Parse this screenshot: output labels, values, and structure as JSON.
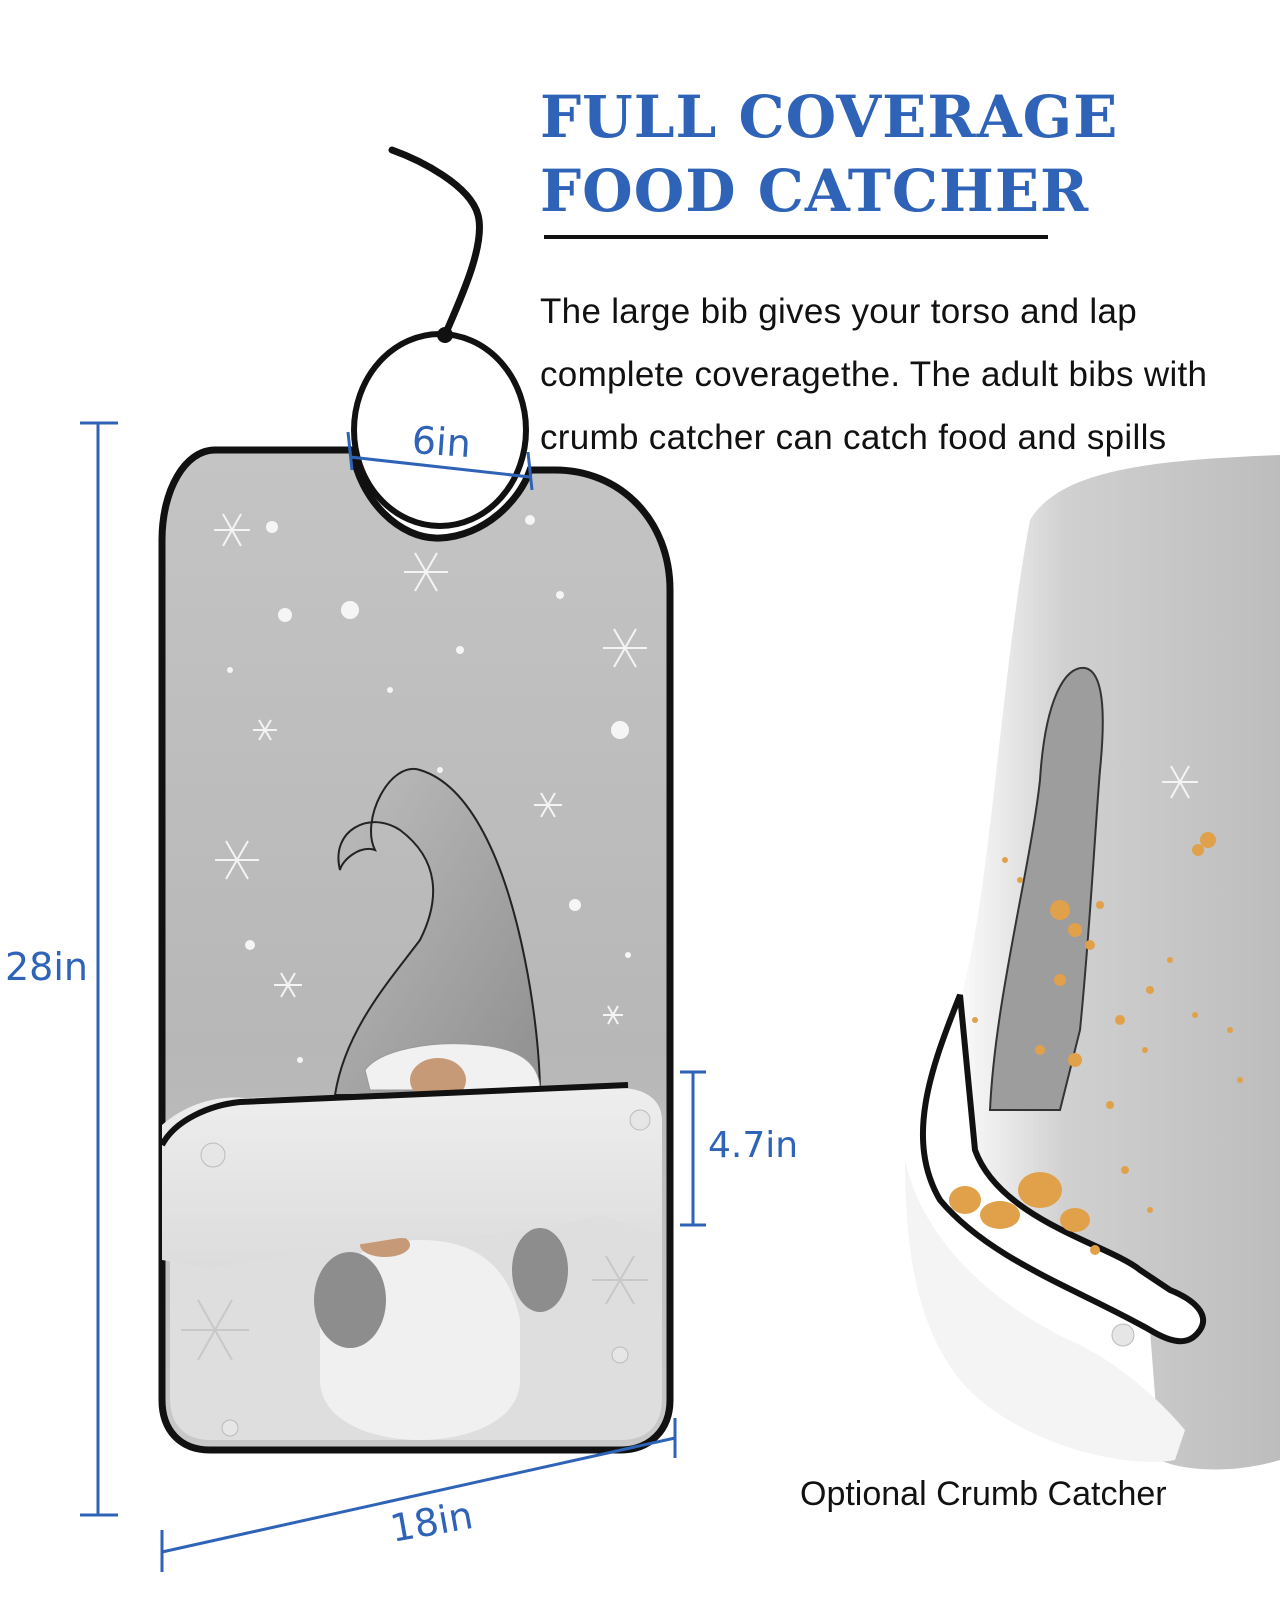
{
  "headline": {
    "line1": "FULL COVERAGE",
    "line2": "FOOD CATCHER"
  },
  "description": {
    "line1": "The large bib gives your torso and lap",
    "line2": "complete coveragethe. The adult bibs with",
    "line3": "crumb catcher can catch food and spills"
  },
  "dimensions": {
    "neck": "6in",
    "height": "28in",
    "pocket": "4.7in",
    "width": "18in"
  },
  "caption": "Optional Crumb Catcher",
  "colors": {
    "accent": "#2f63b7",
    "bib_gray": "#bdbdbd",
    "trim": "#111111",
    "crumbs": "#e0a14a"
  }
}
